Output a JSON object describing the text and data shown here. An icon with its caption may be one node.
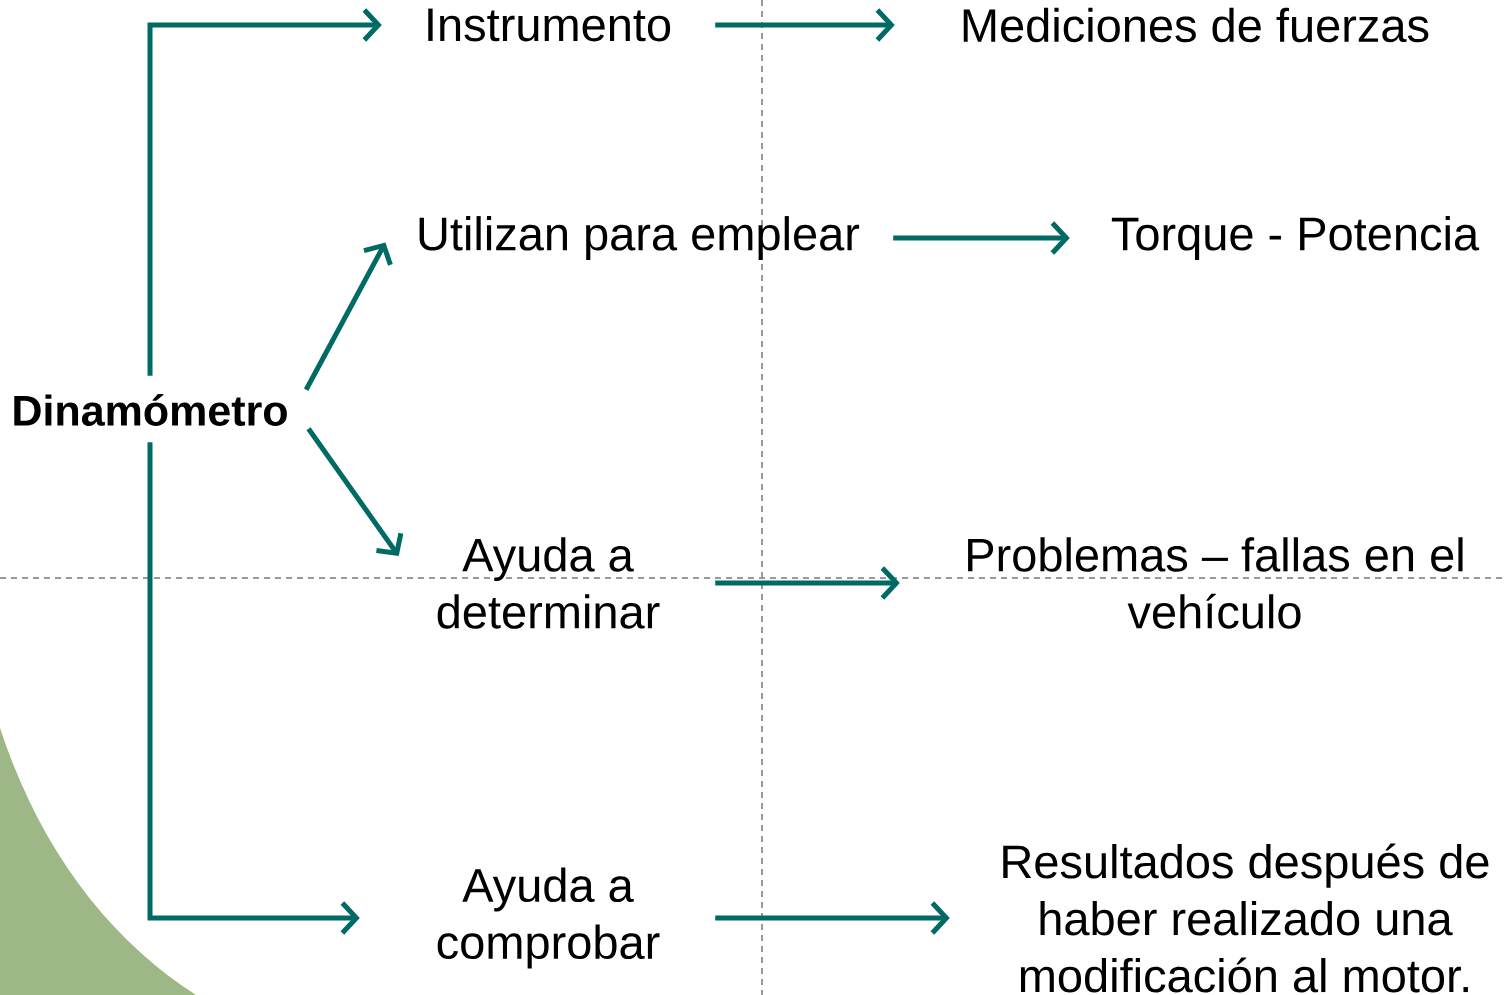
{
  "diagram": {
    "nodes": [
      {
        "text": [
          "Dinamómetro"
        ]
      },
      {
        "text": [
          "Instrumento"
        ]
      },
      {
        "text": [
          "Utilizan para emplear"
        ]
      },
      {
        "text": [
          "Ayuda a determinar"
        ]
      },
      {
        "text": [
          "Ayuda a comprobar"
        ]
      },
      {
        "text": [
          "Mediciones de fuerzas"
        ]
      },
      {
        "text": [
          "Torque - Potencia"
        ]
      },
      {
        "text": [
          "Problemas – fallas en el vehículo"
        ]
      },
      {
        "text": [
          "Resultados después de haber realizado una modificación al motor."
        ]
      }
    ],
    "edges": [
      {
        "from": 0,
        "to": 1,
        "arrow": "to"
      },
      {
        "from": 0,
        "to": 2,
        "arrow": "to"
      },
      {
        "from": 0,
        "to": 3,
        "arrow": "to"
      },
      {
        "from": 0,
        "to": 4,
        "arrow": "to"
      },
      {
        "from": 1,
        "to": 5,
        "arrow": "to"
      },
      {
        "from": 2,
        "to": 6,
        "arrow": "to"
      },
      {
        "from": 3,
        "to": 7,
        "arrow": "to"
      },
      {
        "from": 4,
        "to": 8,
        "arrow": "to"
      }
    ]
  }
}
